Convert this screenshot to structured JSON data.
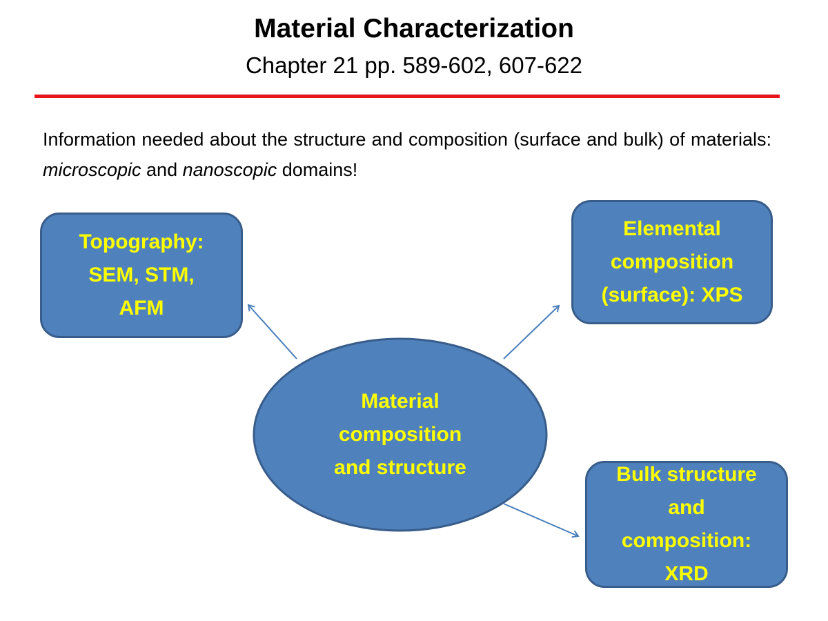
{
  "title": "Material Characterization",
  "subtitle": "Chapter 21  pp. 589-602, 607-622",
  "intro": {
    "part1": "Information needed about the structure and composition (surface and bulk)  of materials: ",
    "em1": "microscopic",
    "part2": " and ",
    "em2": "nanoscopic",
    "part3": " domains!"
  },
  "diagram": {
    "center": [
      "Material",
      "composition",
      "and structure"
    ],
    "topography": [
      "Topography:",
      "SEM, STM,",
      "AFM"
    ],
    "elemental": [
      "Elemental",
      "composition",
      "(surface): XPS"
    ],
    "bulk": [
      "Bulk structure",
      "and",
      "composition:",
      "XRD"
    ]
  },
  "colors": {
    "fill": "#4f81bd",
    "border": "#385d8a",
    "text": "#ffff00",
    "rule": "#e8141c"
  }
}
